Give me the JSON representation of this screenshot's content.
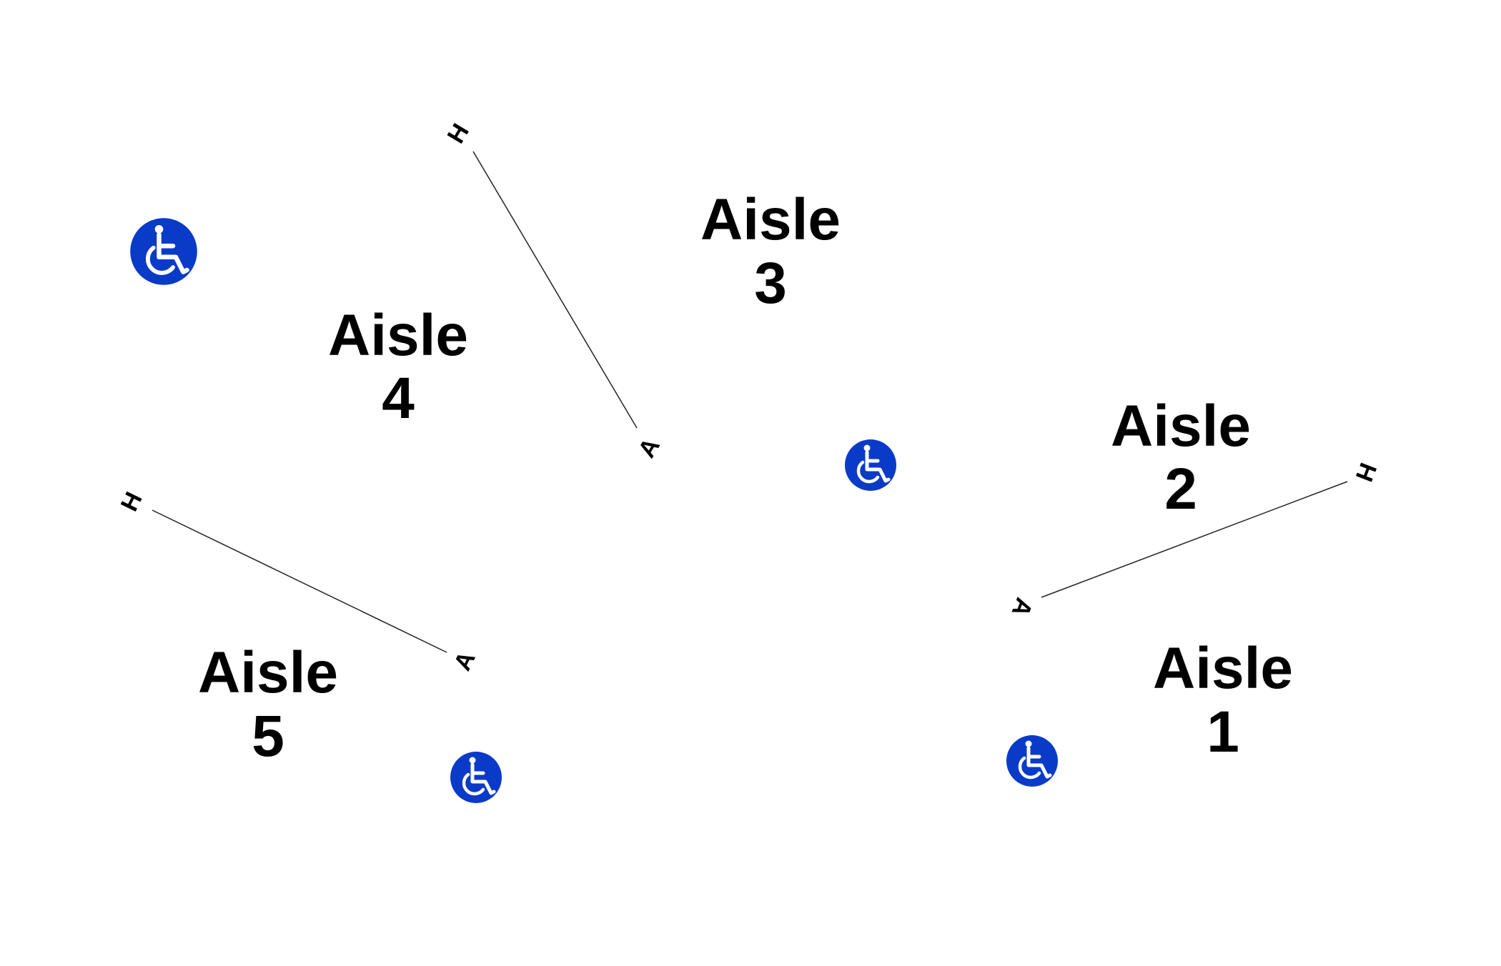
{
  "colors": {
    "background": "#ffffff",
    "text": "#000000",
    "line": "#222222",
    "accessible_badge": "#0a3bc8",
    "accessible_symbol": "#ffffff"
  },
  "aisles": [
    {
      "word": "Aisle",
      "number": "1"
    },
    {
      "word": "Aisle",
      "number": "2"
    },
    {
      "word": "Aisle",
      "number": "3"
    },
    {
      "word": "Aisle",
      "number": "4"
    },
    {
      "word": "Aisle",
      "number": "5"
    }
  ],
  "rows": [
    {
      "start_label": "H",
      "end_label": "A"
    },
    {
      "start_label": "H",
      "end_label": "A"
    },
    {
      "start_label": "H",
      "end_label": "A"
    }
  ],
  "icons": {
    "accessible": "wheelchair-icon"
  }
}
